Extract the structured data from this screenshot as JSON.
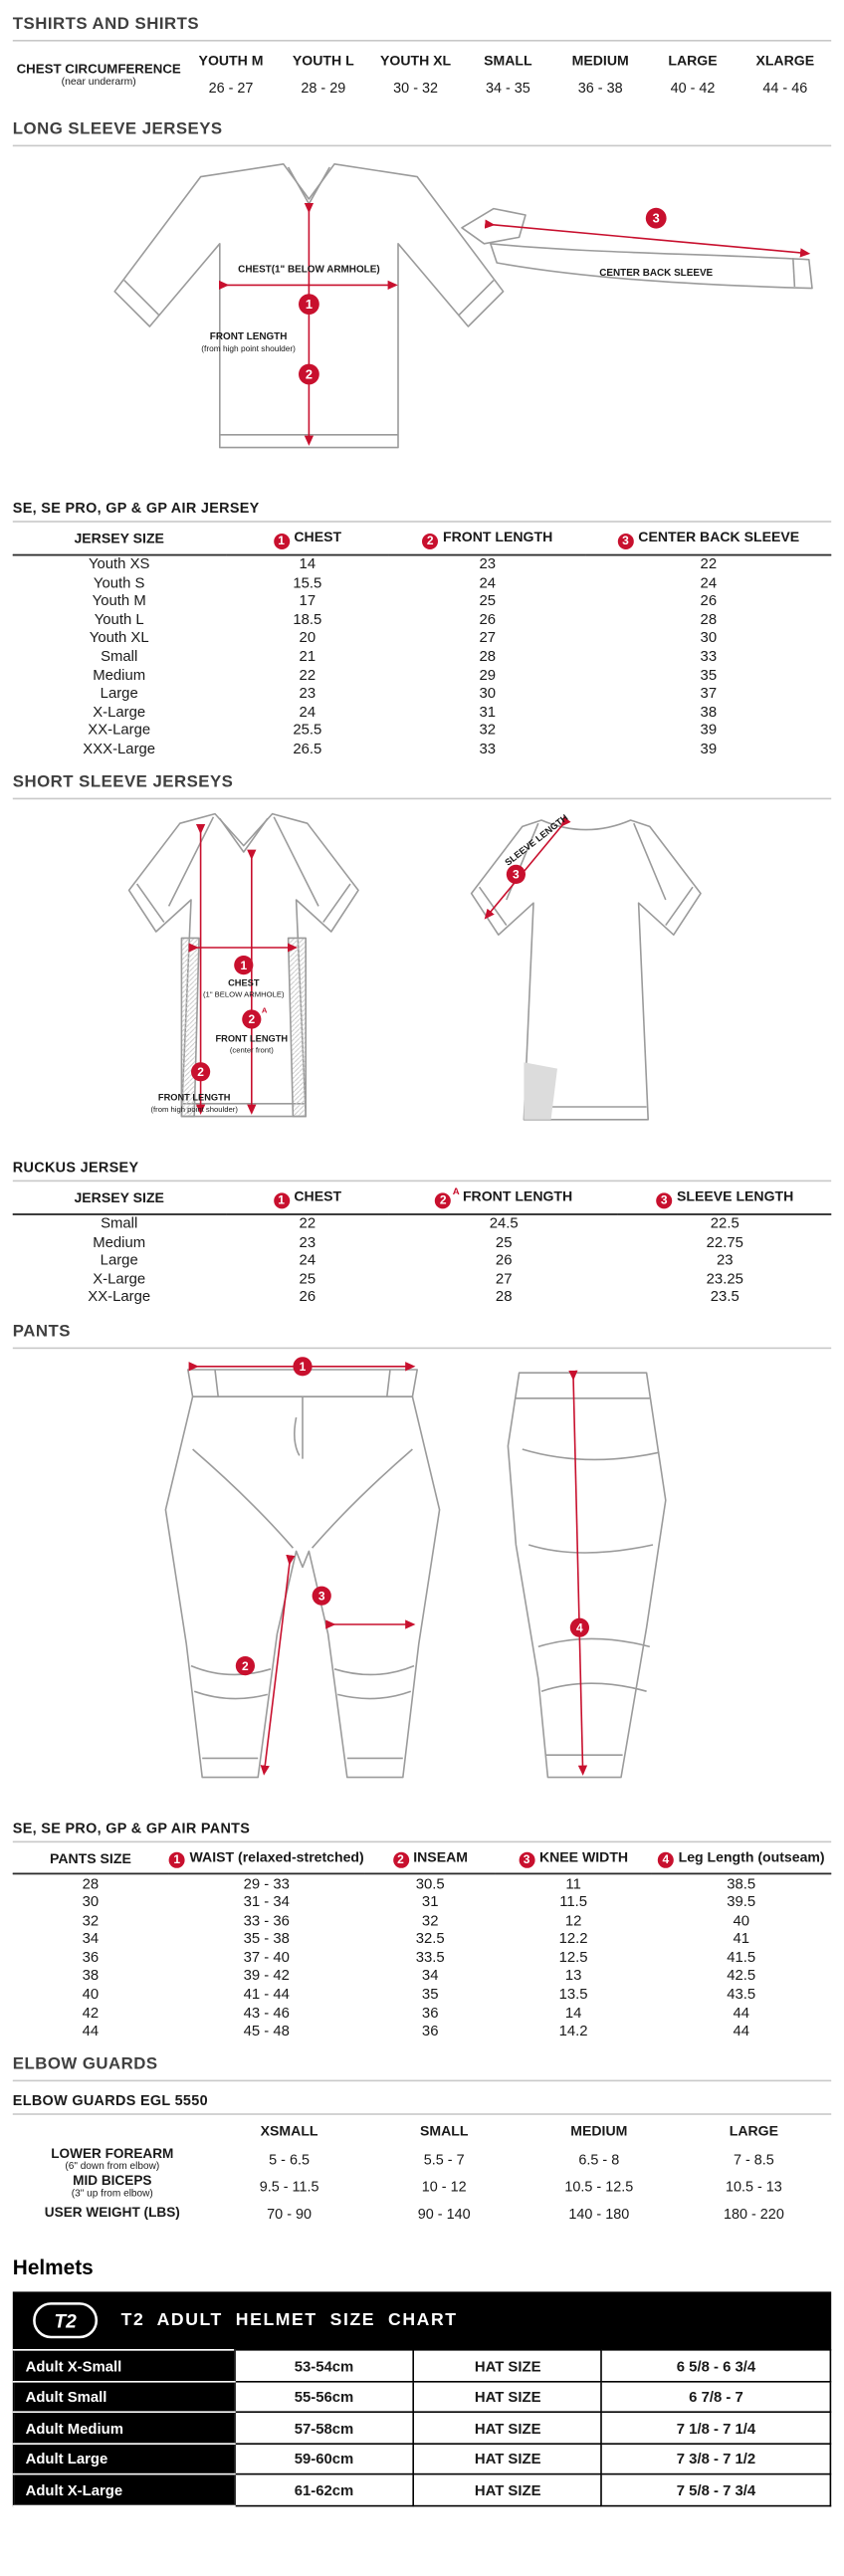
{
  "colors": {
    "accent_red": "#c8102e",
    "helmet_header_black": "#000000",
    "rule_gray": "#c8c8c8"
  },
  "badges": {
    "b1": "1",
    "b2": "2",
    "b2_suffix": "A",
    "b3": "3",
    "b4": "4"
  },
  "tshirts": {
    "title": "TSHIRTS AND SHIRTS",
    "row_label": "CHEST CIRCUMFERENCE",
    "row_sublabel": "(near underarm)",
    "columns": [
      {
        "size": "YOUTH M",
        "range": "26 - 27"
      },
      {
        "size": "YOUTH L",
        "range": "28 - 29"
      },
      {
        "size": "YOUTH XL",
        "range": "30 - 32"
      },
      {
        "size": "SMALL",
        "range": "34 - 35"
      },
      {
        "size": "MEDIUM",
        "range": "36 - 38"
      },
      {
        "size": "LARGE",
        "range": "40 - 42"
      },
      {
        "size": "XLARGE",
        "range": "44 - 46"
      }
    ]
  },
  "long_sleeve": {
    "title": "LONG SLEEVE JERSEYS",
    "diagram": {
      "chest_label": "CHEST(1\" BELOW ARMHOLE)",
      "front_length_label": "FRONT LENGTH",
      "front_length_sub": "(from high point shoulder)",
      "center_back_label": "CENTER BACK SLEEVE"
    },
    "subtitle": "SE, SE PRO, GP & GP AIR JERSEY",
    "headers": {
      "size": "JERSEY SIZE",
      "chest": "CHEST",
      "front": "FRONT LENGTH",
      "back": "CENTER BACK SLEEVE"
    },
    "rows": [
      {
        "size": "Youth XS",
        "chest": "14",
        "front": "23",
        "back": "22"
      },
      {
        "size": "Youth S",
        "chest": "15.5",
        "front": "24",
        "back": "24"
      },
      {
        "size": "Youth M",
        "chest": "17",
        "front": "25",
        "back": "26"
      },
      {
        "size": "Youth L",
        "chest": "18.5",
        "front": "26",
        "back": "28"
      },
      {
        "size": "Youth XL",
        "chest": "20",
        "front": "27",
        "back": "30"
      },
      {
        "size": "Small",
        "chest": "21",
        "front": "28",
        "back": "33"
      },
      {
        "size": "Medium",
        "chest": "22",
        "front": "29",
        "back": "35"
      },
      {
        "size": "Large",
        "chest": "23",
        "front": "30",
        "back": "37"
      },
      {
        "size": "X-Large",
        "chest": "24",
        "front": "31",
        "back": "38"
      },
      {
        "size": "XX-Large",
        "chest": "25.5",
        "front": "32",
        "back": "39"
      },
      {
        "size": "XXX-Large",
        "chest": "26.5",
        "front": "33",
        "back": "39"
      }
    ]
  },
  "short_sleeve": {
    "title": "SHORT SLEEVE JERSEYS",
    "diagram": {
      "sleeve_length_label": "SLEEVE LENGTH",
      "chest_label": "CHEST",
      "chest_sub": "(1\" BELOW ARMHOLE)",
      "front_center_label": "FRONT LENGTH",
      "front_center_sub": "(center front)",
      "front_hps_label": "FRONT LENGTH",
      "front_hps_sub": "(from high point shoulder)"
    },
    "subtitle": "RUCKUS JERSEY",
    "headers": {
      "size": "JERSEY SIZE",
      "chest": "CHEST",
      "front": "FRONT LENGTH",
      "sleeve": "SLEEVE LENGTH"
    },
    "rows": [
      {
        "size": "Small",
        "chest": "22",
        "front": "24.5",
        "sleeve": "22.5"
      },
      {
        "size": "Medium",
        "chest": "23",
        "front": "25",
        "sleeve": "22.75"
      },
      {
        "size": "Large",
        "chest": "24",
        "front": "26",
        "sleeve": "23"
      },
      {
        "size": "X-Large",
        "chest": "25",
        "front": "27",
        "sleeve": "23.25"
      },
      {
        "size": "XX-Large",
        "chest": "26",
        "front": "28",
        "sleeve": "23.5"
      }
    ]
  },
  "pants": {
    "title": "PANTS",
    "subtitle": "SE, SE PRO, GP & GP AIR PANTS",
    "headers": {
      "size": "PANTS SIZE",
      "waist": "WAIST (relaxed-stretched)",
      "inseam": "INSEAM",
      "knee": "KNEE WIDTH",
      "leg": "Leg Length (outseam)"
    },
    "rows": [
      {
        "size": "28",
        "waist": "29 - 33",
        "inseam": "30.5",
        "knee": "11",
        "leg": "38.5"
      },
      {
        "size": "30",
        "waist": "31 - 34",
        "inseam": "31",
        "knee": "11.5",
        "leg": "39.5"
      },
      {
        "size": "32",
        "waist": "33 - 36",
        "inseam": "32",
        "knee": "12",
        "leg": "40"
      },
      {
        "size": "34",
        "waist": "35 - 38",
        "inseam": "32.5",
        "knee": "12.2",
        "leg": "41"
      },
      {
        "size": "36",
        "waist": "37 - 40",
        "inseam": "33.5",
        "knee": "12.5",
        "leg": "41.5"
      },
      {
        "size": "38",
        "waist": "39 - 42",
        "inseam": "34",
        "knee": "13",
        "leg": "42.5"
      },
      {
        "size": "40",
        "waist": "41 - 44",
        "inseam": "35",
        "knee": "13.5",
        "leg": "43.5"
      },
      {
        "size": "42",
        "waist": "43 - 46",
        "inseam": "36",
        "knee": "14",
        "leg": "44"
      },
      {
        "size": "44",
        "waist": "45 - 48",
        "inseam": "36",
        "knee": "14.2",
        "leg": "44"
      }
    ]
  },
  "elbow": {
    "title": "ELBOW GUARDS",
    "subtitle": "ELBOW GUARDS EGL 5550",
    "row_labels": [
      {
        "label": "LOWER FOREARM",
        "sub": "(6\" down from elbow)"
      },
      {
        "label": "MID BICEPS",
        "sub": "(3\" up from elbow)"
      },
      {
        "label": "USER WEIGHT (LBS)",
        "sub": ""
      }
    ],
    "columns": [
      {
        "size": "XSMALL",
        "forearm": "5 - 6.5",
        "biceps": "9.5 - 11.5",
        "weight": "70 - 90"
      },
      {
        "size": "SMALL",
        "forearm": "5.5 - 7",
        "biceps": "10 - 12",
        "weight": "90 - 140"
      },
      {
        "size": "MEDIUM",
        "forearm": "6.5 - 8",
        "biceps": "10.5 - 12.5",
        "weight": "140 - 180"
      },
      {
        "size": "LARGE",
        "forearm": "7 - 8.5",
        "biceps": "10.5 - 13",
        "weight": "180 - 220"
      }
    ]
  },
  "helmets": {
    "title": "Helmets",
    "logo": "T2",
    "chart_title": "T2 ADULT HELMET SIZE CHART",
    "rows": [
      {
        "label": "Adult X-Small",
        "cm": "53-54cm",
        "hat": "HAT SIZE",
        "range": "6 5/8 - 6 3/4"
      },
      {
        "label": "Adult Small",
        "cm": "55-56cm",
        "hat": "HAT SIZE",
        "range": "6 7/8 - 7"
      },
      {
        "label": "Adult Medium",
        "cm": "57-58cm",
        "hat": "HAT SIZE",
        "range": "7 1/8 - 7 1/4"
      },
      {
        "label": "Adult Large",
        "cm": "59-60cm",
        "hat": "HAT SIZE",
        "range": "7 3/8 - 7 1/2"
      },
      {
        "label": "Adult X-Large",
        "cm": "61-62cm",
        "hat": "HAT SIZE",
        "range": "7 5/8 - 7 3/4"
      }
    ]
  }
}
